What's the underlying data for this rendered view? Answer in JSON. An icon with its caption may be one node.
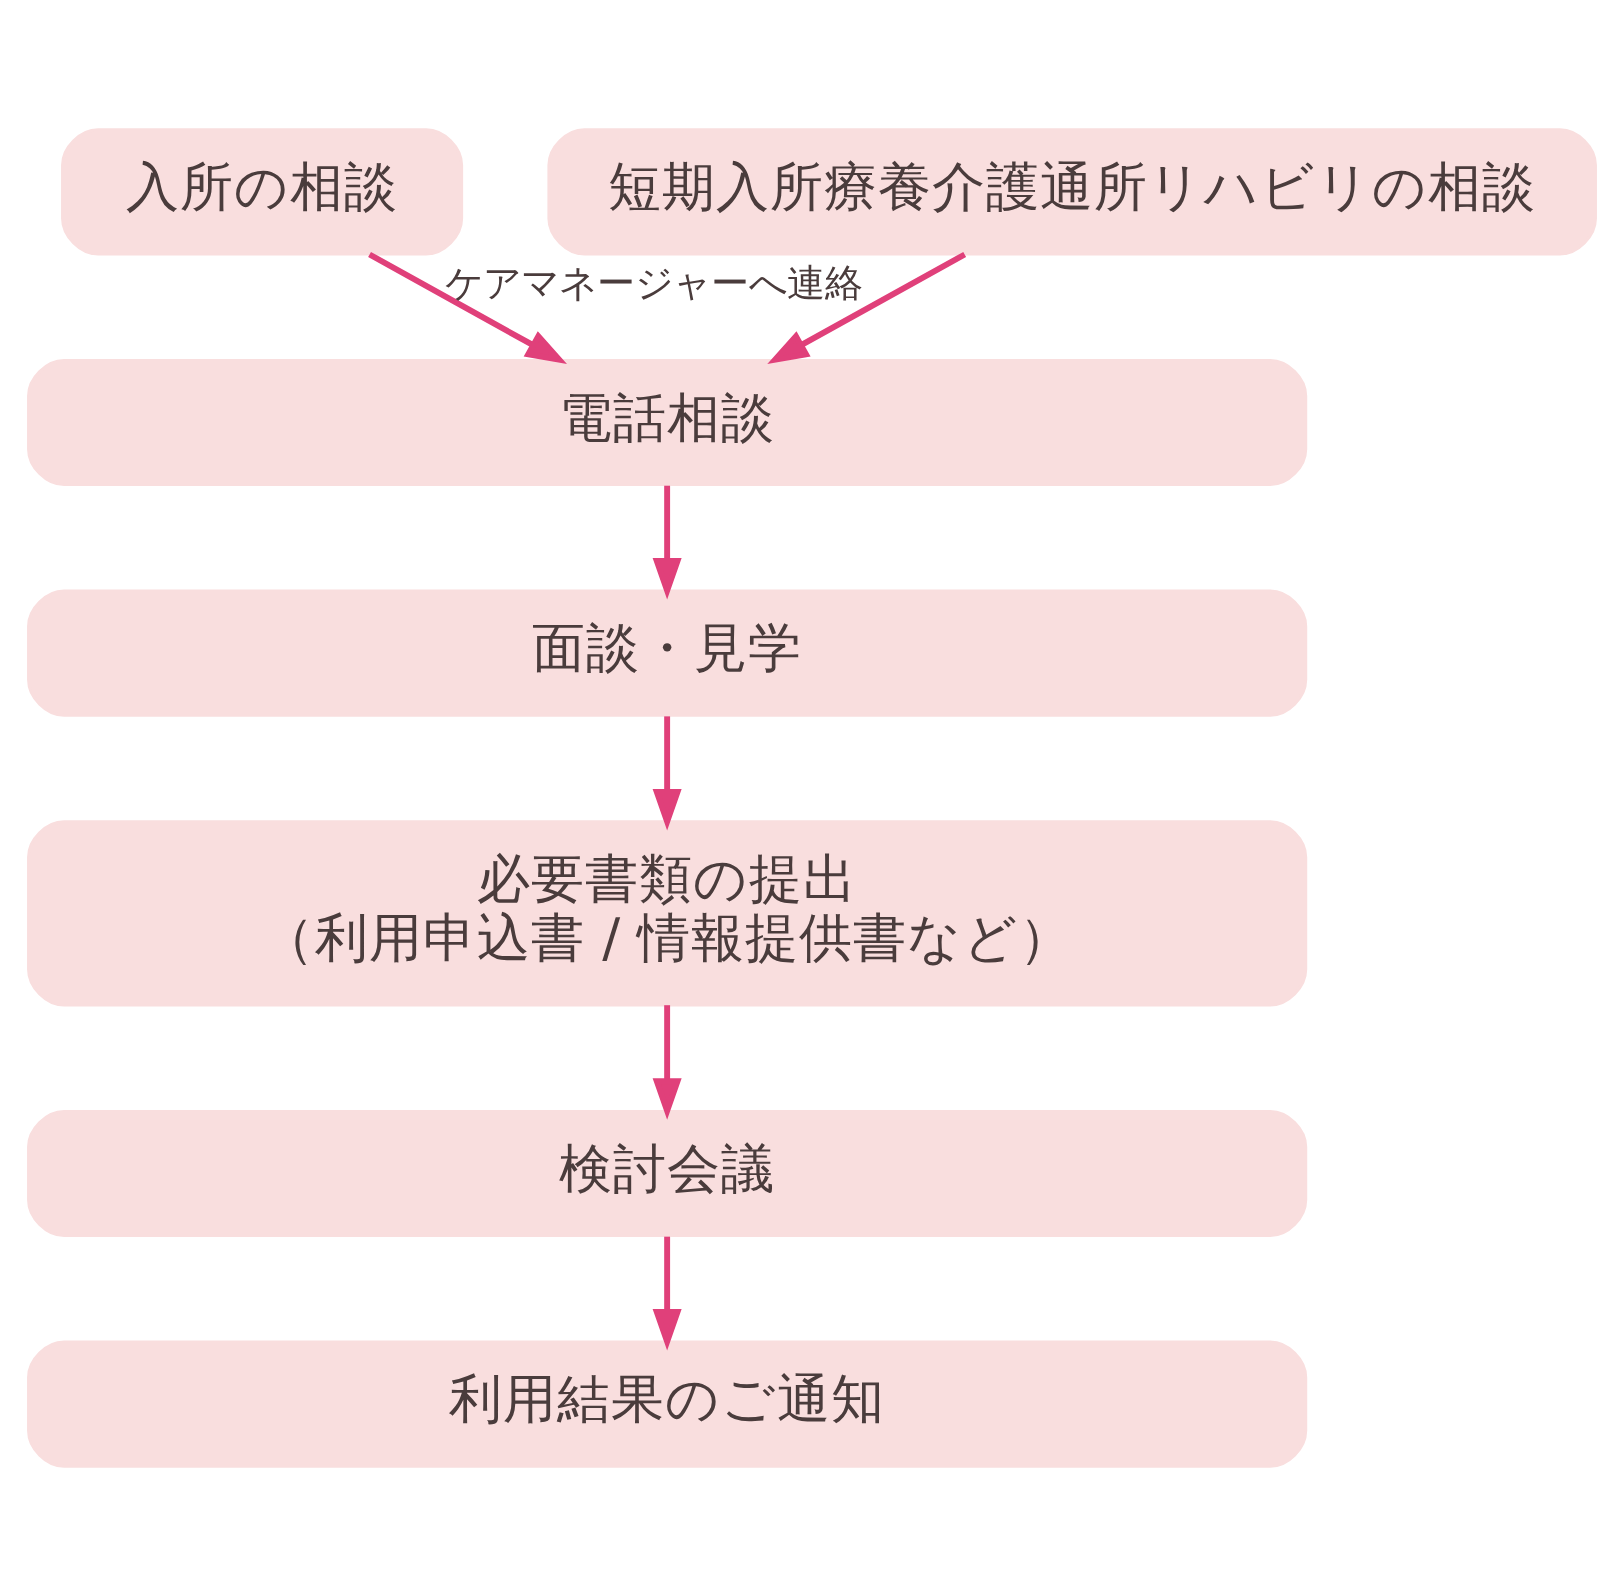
{
  "diagram": {
    "nodes": [
      {
        "text": [
          "入所の相談"
        ]
      },
      {
        "text": [
          "短期入所療養介護通所リハビリの相談"
        ]
      },
      {
        "text": [
          "電話相談"
        ]
      },
      {
        "text": [
          "面談・見学"
        ]
      },
      {
        "text": [
          "必要書類の提出",
          "（利用申込書 / 情報提供書など）"
        ]
      },
      {
        "text": [
          "検討会議"
        ]
      },
      {
        "text": [
          "利用結果のご通知"
        ]
      }
    ],
    "edges": [
      {
        "from": 0,
        "to": 2,
        "arrow": "to"
      },
      {
        "from": 1,
        "to": 2,
        "arrow": "to",
        "label": "ケアマネージャーへ連絡"
      },
      {
        "from": 2,
        "to": 3,
        "arrow": "to"
      },
      {
        "from": 3,
        "to": 4,
        "arrow": "to"
      },
      {
        "from": 4,
        "to": 5,
        "arrow": "to"
      },
      {
        "from": 5,
        "to": 6,
        "arrow": "to"
      }
    ]
  }
}
